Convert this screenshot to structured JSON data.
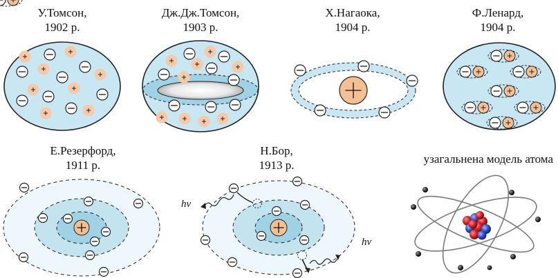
{
  "models": [
    {
      "name": "У.Томсон,",
      "year": "1902 р."
    },
    {
      "name": "Дж.Дж.Томсон,",
      "year": "1903 р."
    },
    {
      "name": "Х.Нагаока,",
      "year": "1904 р."
    },
    {
      "name": "Ф.Ленард,",
      "year": "1904 р."
    },
    {
      "name": "Е.Резерфорд,",
      "year": "1911 р."
    },
    {
      "name": "Н.Бор,",
      "year": "1913 р."
    }
  ],
  "general_model_label": "узагальнена модель атома",
  "photon_label": "hν",
  "colors": {
    "atom_fill": "#c9e7f2",
    "positive_charge": "#f6c9a8",
    "nucleus": "#f5bf94",
    "orbit_inner": "#9fd2e4",
    "orbit_mid": "#c3e3ef",
    "orbit_outer": "#eef7fb"
  }
}
